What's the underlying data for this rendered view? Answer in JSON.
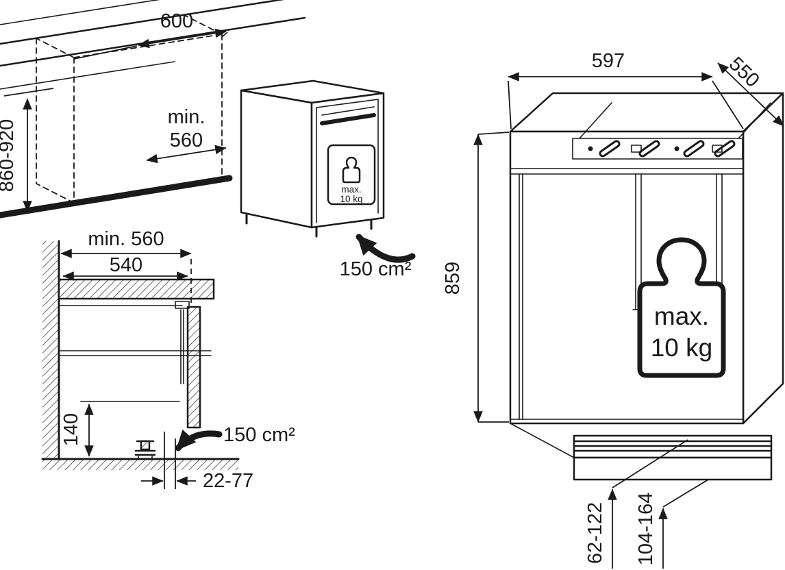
{
  "colors": {
    "line": "#1a1a1a",
    "background": "#ffffff"
  },
  "niche_view": {
    "width": "600",
    "depth_min_line1": "min.",
    "depth_min_line2": "560",
    "height_range": "860-920",
    "weight_line1": "max.",
    "weight_line2": "10 kg",
    "vent_area": "150 cm²"
  },
  "section_view": {
    "niche_depth": "min. 560",
    "worktop_depth": "540",
    "plinth_height": "140",
    "recess_range": "22-77",
    "vent_area": "150 cm²"
  },
  "front_view": {
    "width": "597",
    "depth": "550",
    "height": "859",
    "weight_line1": "max.",
    "weight_line2": "10 kg",
    "grille_range": "62-122",
    "plinth_range": "104-164"
  }
}
